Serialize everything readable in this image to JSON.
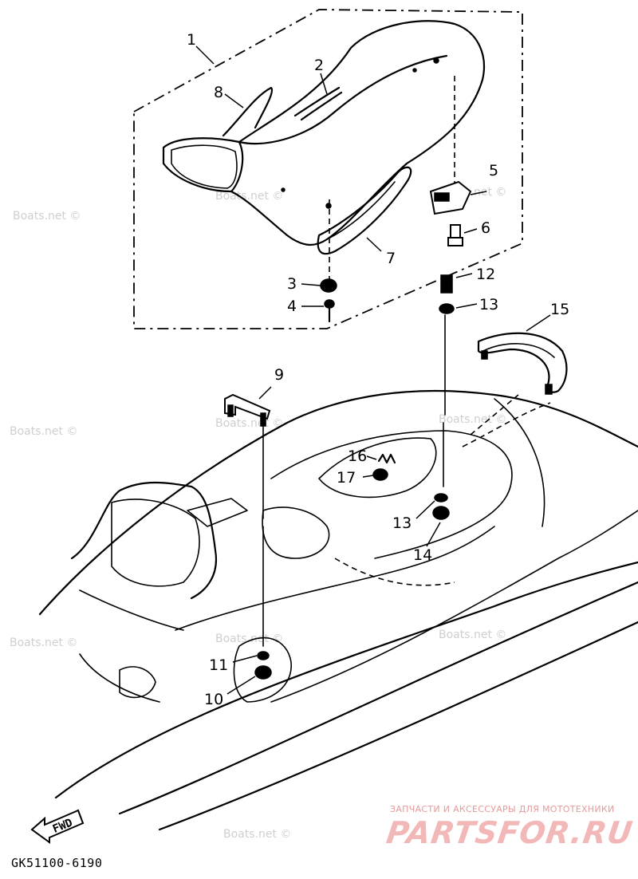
{
  "drawing_code": "GK51100-6190",
  "fwd_label": "FWD",
  "watermark": "Boats.net ©",
  "brand": {
    "tagline": "ЗАПЧАСТИ И АКСЕССУАРЫ ДЛЯ МОТОТЕХНИКИ",
    "logo": "PARTSFOR.RU"
  },
  "callouts": [
    {
      "id": "1",
      "label": "1"
    },
    {
      "id": "2",
      "label": "2"
    },
    {
      "id": "3",
      "label": "3"
    },
    {
      "id": "4",
      "label": "4"
    },
    {
      "id": "5",
      "label": "5"
    },
    {
      "id": "6",
      "label": "6"
    },
    {
      "id": "7",
      "label": "7"
    },
    {
      "id": "8",
      "label": "8"
    },
    {
      "id": "9",
      "label": "9"
    },
    {
      "id": "10",
      "label": "10"
    },
    {
      "id": "11",
      "label": "11"
    },
    {
      "id": "12",
      "label": "12"
    },
    {
      "id": "13a",
      "label": "13"
    },
    {
      "id": "13b",
      "label": "13"
    },
    {
      "id": "14",
      "label": "14"
    },
    {
      "id": "15",
      "label": "15"
    },
    {
      "id": "16",
      "label": "16"
    },
    {
      "id": "17",
      "label": "17"
    }
  ]
}
